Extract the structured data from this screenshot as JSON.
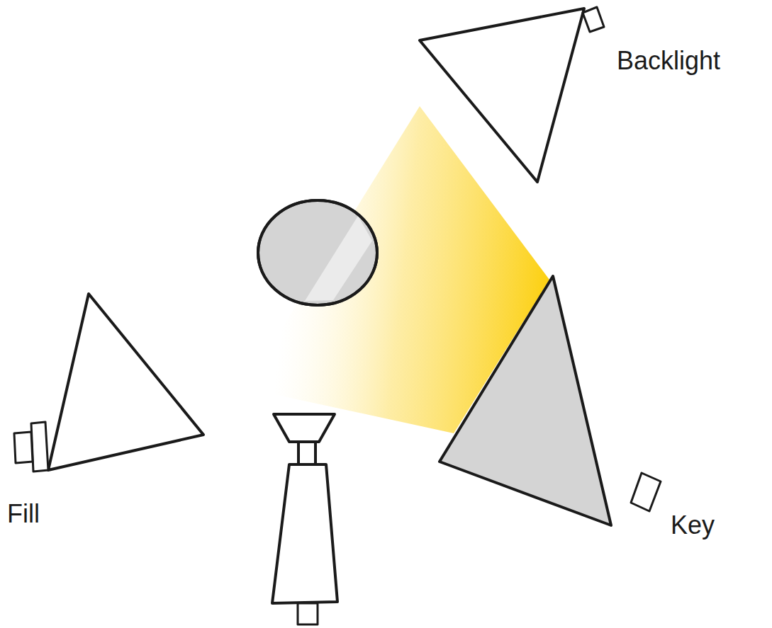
{
  "diagram": {
    "labels": [
      "Backlight",
      "Fill",
      "Key"
    ]
  }
}
